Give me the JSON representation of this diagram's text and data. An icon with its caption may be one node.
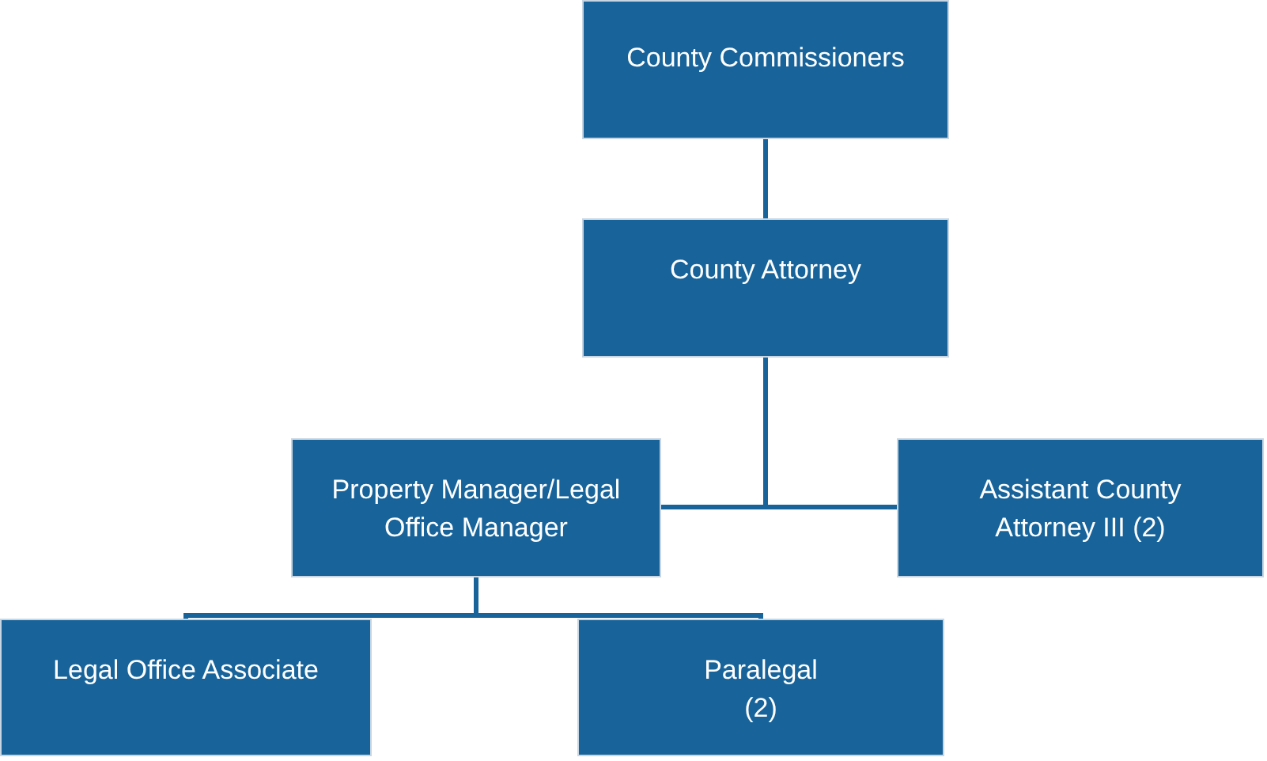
{
  "diagram": {
    "nodes": [
      {
        "text": [
          "County Commissioners"
        ]
      },
      {
        "text": [
          "County Attorney"
        ]
      },
      {
        "text": [
          "Property Manager/Legal Office Manager"
        ]
      },
      {
        "text": [
          "Assistant County Attorney III (2)"
        ]
      },
      {
        "text": [
          "Legal Office Associate"
        ]
      },
      {
        "text": [
          "Paralegal",
          "(2)"
        ]
      }
    ],
    "edges": [
      {
        "from": 0,
        "to": 1,
        "arrow": "none"
      },
      {
        "from": 1,
        "to": 2,
        "arrow": "none"
      },
      {
        "from": 1,
        "to": 3,
        "arrow": "none"
      },
      {
        "from": 2,
        "to": 4,
        "arrow": "none"
      },
      {
        "from": 2,
        "to": 5,
        "arrow": "none"
      }
    ]
  }
}
